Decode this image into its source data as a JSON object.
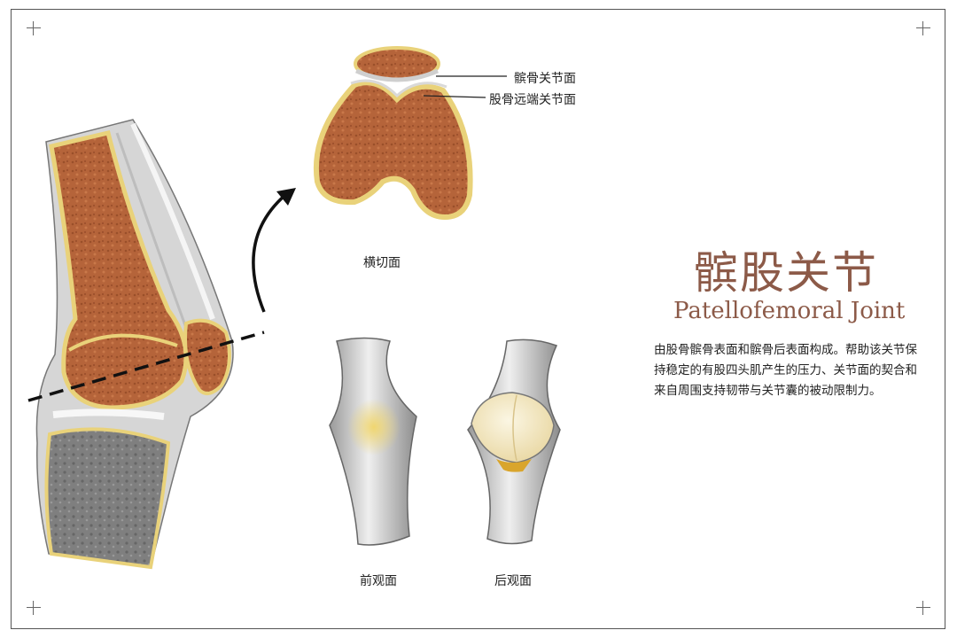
{
  "labels": {
    "patella_surface": "髌骨关节面",
    "femur_surface": "股骨远端关节面",
    "cross_section": "横切面",
    "front_view": "前观面",
    "back_view": "后观面"
  },
  "title": {
    "cn": "髌股关节",
    "en": "Patellofemoral Joint"
  },
  "description": "由股骨髌骨表面和髌骨后表面构成。帮助该关节保持稳定的有股四头肌产生的压力、关节面的契合和来自周围支持韧带与关节囊的被动限制力。",
  "colors": {
    "title": "#8c5a48",
    "bone_marrow": "#b5643a",
    "cartilage": "#f0dc8c",
    "tibia": "#7d7d7d"
  }
}
